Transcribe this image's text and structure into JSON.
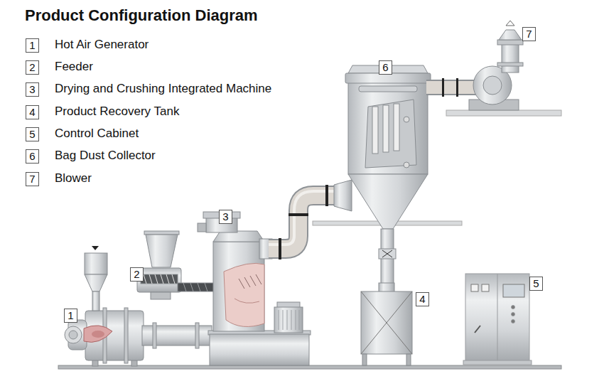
{
  "diagram": {
    "title": "Product Configuration Diagram",
    "labels": [
      "1",
      "Hot Air Generator",
      "2",
      "Feeder",
      "3",
      "Drying and Crushing Integrated Machine",
      "4",
      "Product Recovery Tank",
      "5",
      "Control Cabinet",
      "6",
      "Bag Dust Collector",
      "7",
      "Blower",
      "7",
      "6",
      "3",
      "2",
      "4",
      "5",
      "1"
    ]
  }
}
